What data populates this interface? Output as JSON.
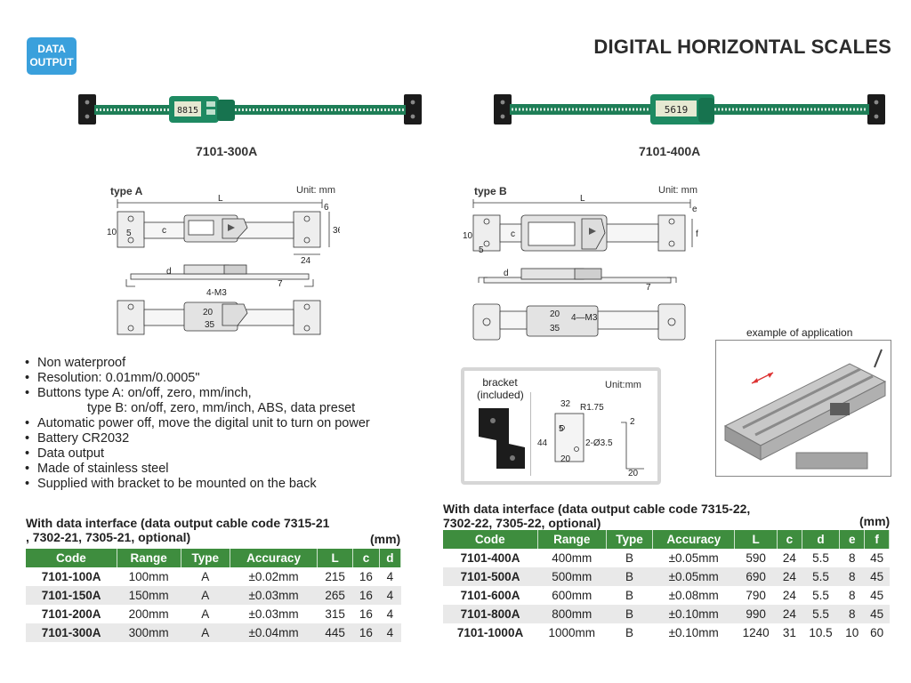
{
  "header": {
    "badge_line1": "DATA",
    "badge_line2": "OUTPUT",
    "title": "DIGITAL HORIZONTAL SCALES"
  },
  "products": [
    {
      "model": "7101-300A",
      "display": "8815"
    },
    {
      "model": "7101-400A",
      "display": "5619"
    }
  ],
  "diagram_a": {
    "type_label": "type A",
    "unit": "Unit: mm",
    "L": "L",
    "six": "6",
    "c": "c",
    "ten": "10",
    "five": "5",
    "thirtysix": "36",
    "twentyfour": "24",
    "d": "d",
    "seven": "7",
    "m3": "4-M3",
    "twenty": "20",
    "thirtyfive": "35"
  },
  "diagram_b": {
    "type_label": "type B",
    "unit": "Unit: mm",
    "L": "L",
    "e": "e",
    "c": "c",
    "f": "f",
    "ten": "10",
    "five": "5",
    "d": "d",
    "seven": "7",
    "m3": "4—M3",
    "twenty": "20",
    "thirtyfive": "35"
  },
  "bracket": {
    "label1": "bracket",
    "label2": "(included)",
    "unit": "Unit:mm",
    "d32": "32",
    "r175": "R1.75",
    "d2": "2",
    "d5": "5",
    "d44": "44",
    "holes": "2-Ø3.5",
    "d20a": "20",
    "d20b": "20"
  },
  "application": {
    "label": "example of application"
  },
  "features": [
    "Non waterproof",
    "Resolution: 0.01mm/0.0005\"",
    "Buttons type A: on/off, zero, mm/inch,",
    "type B: on/off, zero, mm/inch, ABS, data preset",
    "Automatic power off, move the digital unit to turn on power",
    "Battery CR2032",
    "Data output",
    "Made of stainless steel",
    "Supplied with bracket to be mounted on the back"
  ],
  "table_a": {
    "heading1": "With data interface (data output cable code 7315-21",
    "heading2": ", 7302-21, 7305-21, optional)",
    "unit": "(mm)",
    "columns": [
      "Code",
      "Range",
      "Type",
      "Accuracy",
      "L",
      "c",
      "d"
    ],
    "rows": [
      [
        "7101-100A",
        "100mm",
        "A",
        "±0.02mm",
        "215",
        "16",
        "4"
      ],
      [
        "7101-150A",
        "150mm",
        "A",
        "±0.03mm",
        "265",
        "16",
        "4"
      ],
      [
        "7101-200A",
        "200mm",
        "A",
        "±0.03mm",
        "315",
        "16",
        "4"
      ],
      [
        "7101-300A",
        "300mm",
        "A",
        "±0.04mm",
        "445",
        "16",
        "4"
      ]
    ]
  },
  "table_b": {
    "heading1": "With data interface (data output cable code 7315-22,",
    "heading2": "7302-22, 7305-22, optional)",
    "unit": "(mm)",
    "columns": [
      "Code",
      "Range",
      "Type",
      "Accuracy",
      "L",
      "c",
      "d",
      "e",
      "f"
    ],
    "rows": [
      [
        "7101-400A",
        "400mm",
        "B",
        "±0.05mm",
        "590",
        "24",
        "5.5",
        "8",
        "45"
      ],
      [
        "7101-500A",
        "500mm",
        "B",
        "±0.05mm",
        "690",
        "24",
        "5.5",
        "8",
        "45"
      ],
      [
        "7101-600A",
        "600mm",
        "B",
        "±0.08mm",
        "790",
        "24",
        "5.5",
        "8",
        "45"
      ],
      [
        "7101-800A",
        "800mm",
        "B",
        "±0.10mm",
        "990",
        "24",
        "5.5",
        "8",
        "45"
      ],
      [
        "7101-1000A",
        "1000mm",
        "B",
        "±0.10mm",
        "1240",
        "31",
        "10.5",
        "10",
        "60"
      ]
    ]
  }
}
